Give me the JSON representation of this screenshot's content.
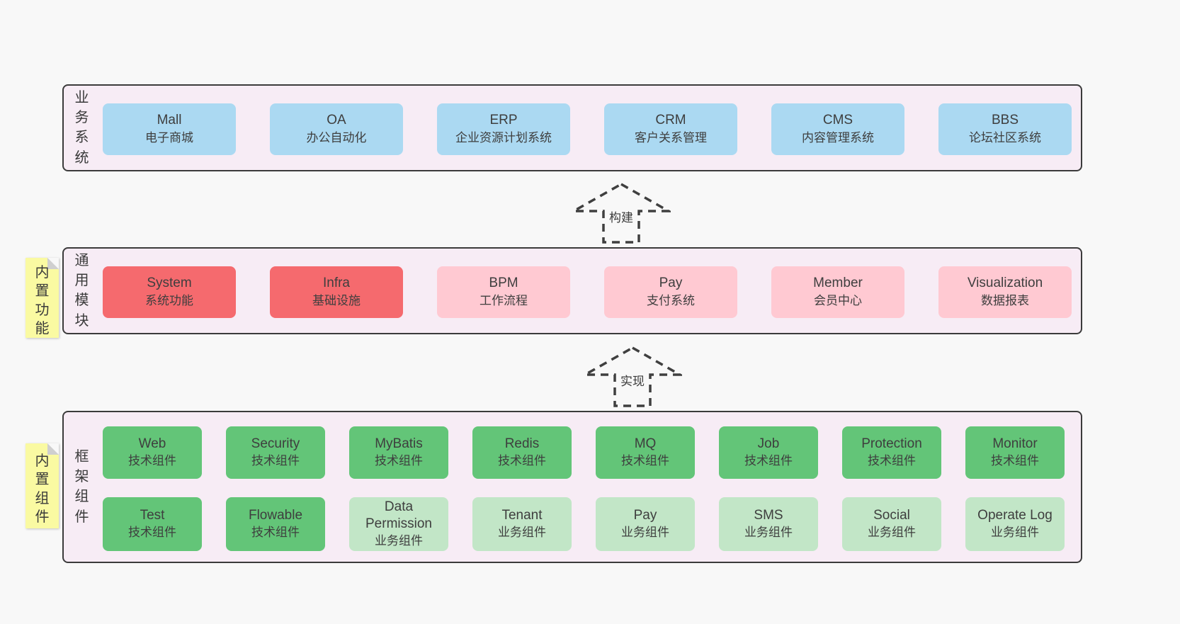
{
  "colors": {
    "page_bg": "#f8f8f8",
    "band_bg": "#f7ecf5",
    "band_border": "#3b3b3b",
    "blue": "#abd9f2",
    "red": "#f56a6e",
    "pink": "#ffc9d2",
    "green": "#63c578",
    "lightgreen": "#c2e6c7",
    "sticky": "#fafaa2",
    "sticky_fold": "#cfcfcf",
    "arrow": "#3f3f3f",
    "text": "#3e3e3e"
  },
  "bands": [
    {
      "id": "business-systems",
      "label": "业务系统",
      "boxes": [
        {
          "title": "Mall",
          "subtitle": "电子商城",
          "variant": "blue"
        },
        {
          "title": "OA",
          "subtitle": "办公自动化",
          "variant": "blue"
        },
        {
          "title": "ERP",
          "subtitle": "企业资源计划系统",
          "variant": "blue"
        },
        {
          "title": "CRM",
          "subtitle": "客户关系管理",
          "variant": "blue"
        },
        {
          "title": "CMS",
          "subtitle": "内容管理系统",
          "variant": "blue"
        },
        {
          "title": "BBS",
          "subtitle": "论坛社区系统",
          "variant": "blue"
        }
      ]
    },
    {
      "id": "common-modules",
      "label": "通用模块",
      "sticky": "内置功能",
      "boxes": [
        {
          "title": "System",
          "subtitle": "系统功能",
          "variant": "red"
        },
        {
          "title": "Infra",
          "subtitle": "基础设施",
          "variant": "red"
        },
        {
          "title": "BPM",
          "subtitle": "工作流程",
          "variant": "pink"
        },
        {
          "title": "Pay",
          "subtitle": "支付系统",
          "variant": "pink"
        },
        {
          "title": "Member",
          "subtitle": "会员中心",
          "variant": "pink"
        },
        {
          "title": "Visualization",
          "subtitle": "数据报表",
          "variant": "pink"
        }
      ]
    },
    {
      "id": "framework-components",
      "label": "框架组件",
      "sticky": "内置组件",
      "rows": [
        [
          {
            "title": "Web",
            "subtitle": "技术组件",
            "variant": "green"
          },
          {
            "title": "Security",
            "subtitle": "技术组件",
            "variant": "green"
          },
          {
            "title": "MyBatis",
            "subtitle": "技术组件",
            "variant": "green"
          },
          {
            "title": "Redis",
            "subtitle": "技术组件",
            "variant": "green"
          },
          {
            "title": "MQ",
            "subtitle": "技术组件",
            "variant": "green"
          },
          {
            "title": "Job",
            "subtitle": "技术组件",
            "variant": "green"
          },
          {
            "title": "Protection",
            "subtitle": "技术组件",
            "variant": "green"
          },
          {
            "title": "Monitor",
            "subtitle": "技术组件",
            "variant": "green"
          }
        ],
        [
          {
            "title": "Test",
            "subtitle": "技术组件",
            "variant": "green"
          },
          {
            "title": "Flowable",
            "subtitle": "技术组件",
            "variant": "green"
          },
          {
            "title": "Data Permission",
            "subtitle": "业务组件",
            "variant": "lightgreen"
          },
          {
            "title": "Tenant",
            "subtitle": "业务组件",
            "variant": "lightgreen"
          },
          {
            "title": "Pay",
            "subtitle": "业务组件",
            "variant": "lightgreen"
          },
          {
            "title": "SMS",
            "subtitle": "业务组件",
            "variant": "lightgreen"
          },
          {
            "title": "Social",
            "subtitle": "业务组件",
            "variant": "lightgreen"
          },
          {
            "title": "Operate Log",
            "subtitle": "业务组件",
            "variant": "lightgreen"
          }
        ]
      ]
    }
  ],
  "arrows": [
    {
      "label": "构建"
    },
    {
      "label": "实现"
    }
  ]
}
